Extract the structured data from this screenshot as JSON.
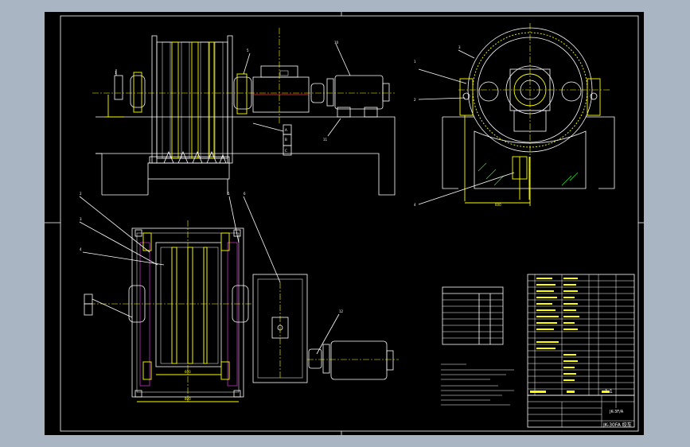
{
  "viewer": {
    "background_color": "#aab5c3",
    "sheet_color": "#000000"
  },
  "drawing": {
    "title_code": "JK-3F/A",
    "scale": "1:1",
    "sheet_label": "JK-30FA 绞车"
  },
  "colors": {
    "outline": "#ffffff",
    "centerline": "#ffff00",
    "hidden": "#ff3030",
    "dimension": "#ffff00",
    "hatch": "#ff40ff"
  }
}
